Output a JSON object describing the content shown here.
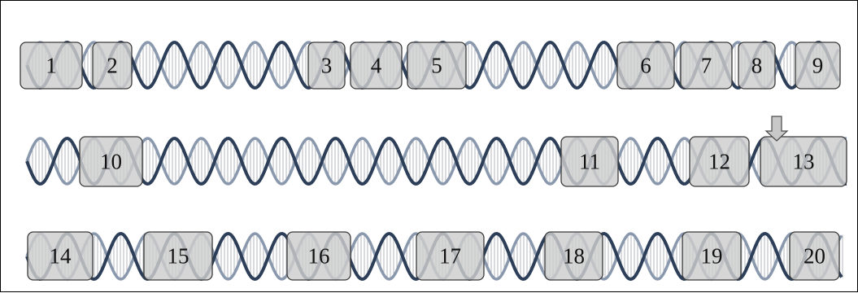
{
  "colors": {
    "strand_dark": "#2c3e58",
    "strand_light": "#8a98ad",
    "rung": "#9aa0a8",
    "box_fill": "#cdcdcd",
    "box_stroke": "#3a3a3a",
    "arrow_fill": "#c8c8c8",
    "arrow_stroke": "#4a4a4a",
    "frame_border": "#000000"
  },
  "indicator": {
    "icon": "down-arrow-icon",
    "points_to": "13"
  },
  "rows": [
    {
      "name": "row-1",
      "segments": [
        "1",
        "2",
        "3",
        "4",
        "5",
        "6",
        "7",
        "8",
        "9"
      ]
    },
    {
      "name": "row-2",
      "segments": [
        "10",
        "11",
        "12",
        "13"
      ]
    },
    {
      "name": "row-3",
      "segments": [
        "14",
        "15",
        "16",
        "17",
        "18",
        "19",
        "20"
      ]
    }
  ]
}
